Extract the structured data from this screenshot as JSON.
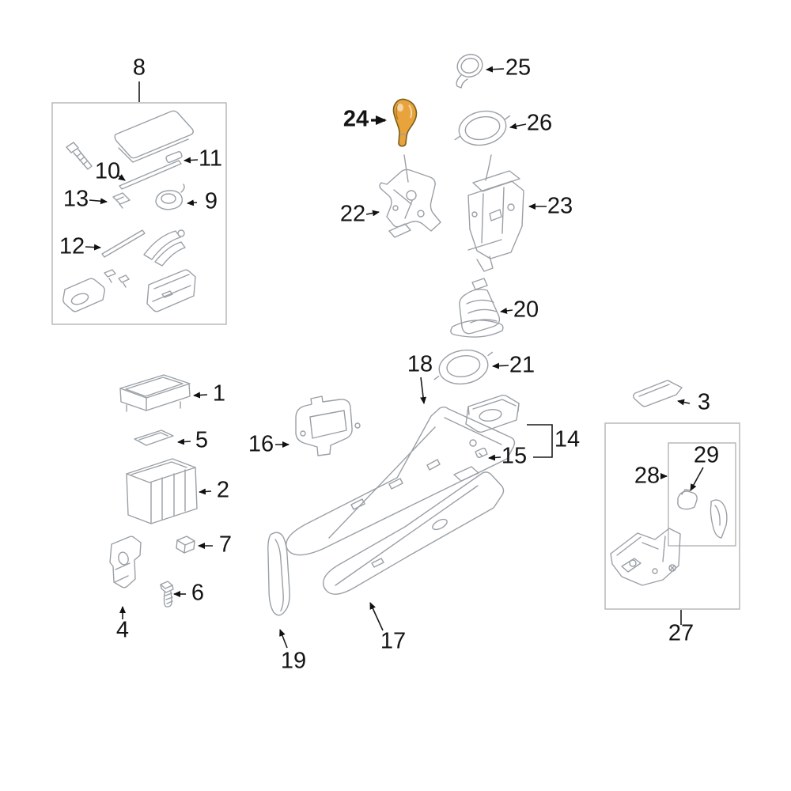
{
  "diagram": {
    "background": "#ffffff",
    "line_color": "#9aa0a6",
    "label_color": "#141414",
    "highlight": {
      "part": "24",
      "color": "#E8A33D"
    },
    "parts": {
      "p1": "1",
      "p2": "2",
      "p3": "3",
      "p4": "4",
      "p5": "5",
      "p6": "6",
      "p7": "7",
      "p8": "8",
      "p9": "9",
      "p10": "10",
      "p11": "11",
      "p12": "12",
      "p13": "13",
      "p14": "14",
      "p15": "15",
      "p16": "16",
      "p17": "17",
      "p18": "18",
      "p19": "19",
      "p20": "20",
      "p21": "21",
      "p22": "22",
      "p23": "23",
      "p24": "24",
      "p25": "25",
      "p26": "26",
      "p27": "27",
      "p28": "28",
      "p29": "29"
    }
  }
}
